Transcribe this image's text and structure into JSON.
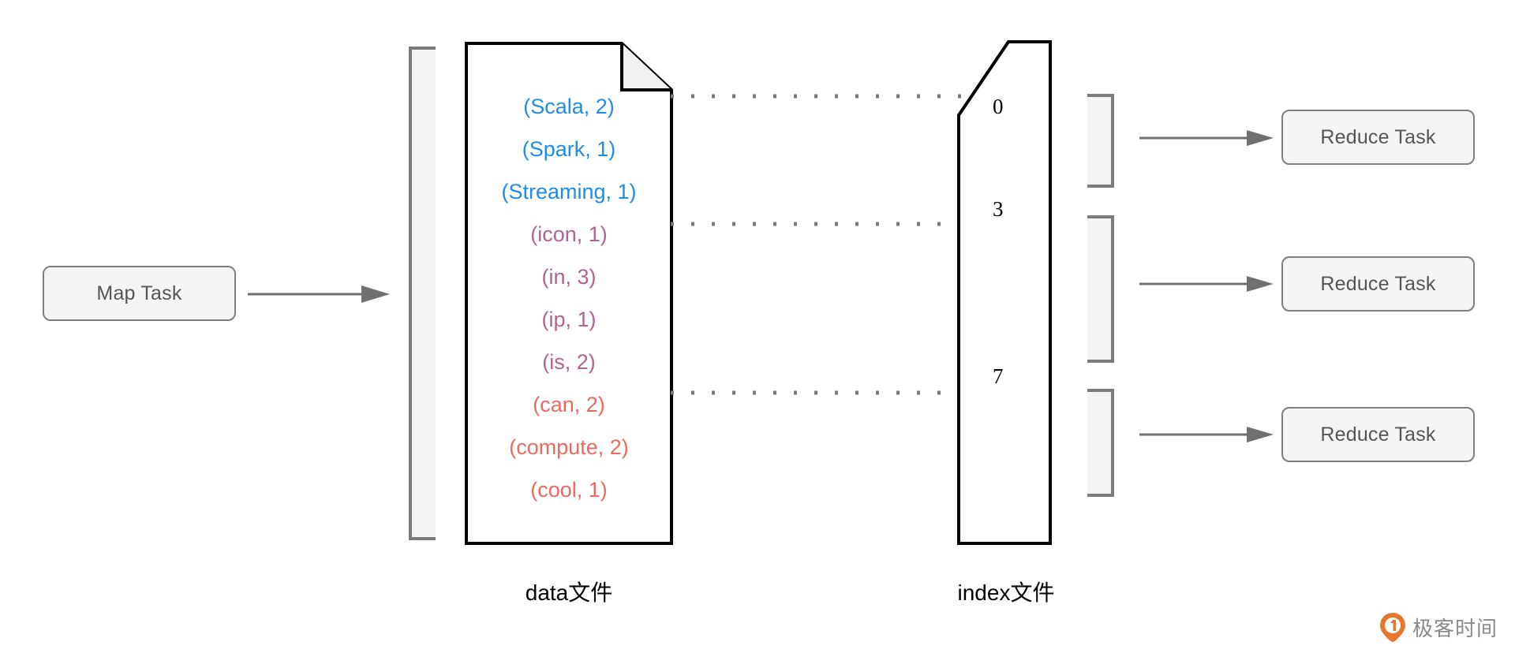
{
  "diagram": {
    "title": "Spark Shuffle data file and index file",
    "colors": {
      "blue": "#1f8ce6",
      "purple": "#b4628f",
      "red": "#ec6a5c",
      "box_fill": "#f5f5f5",
      "box_stroke": "#7f7f7f",
      "text_gray": "#555555",
      "outline": "#000000",
      "watermark_orange": "#e8772e",
      "watermark_gray": "#8a8a8a"
    }
  },
  "map_task": {
    "label": "Map Task"
  },
  "reduce_tasks": [
    {
      "label": "Reduce Task"
    },
    {
      "label": "Reduce Task"
    },
    {
      "label": "Reduce Task"
    }
  ],
  "data_file": {
    "caption": "data文件",
    "entries": [
      {
        "text": "(Scala,  2)",
        "group": "blue"
      },
      {
        "text": "(Spark,  1)",
        "group": "blue"
      },
      {
        "text": "(Streaming,  1)",
        "group": "blue"
      },
      {
        "text": "(icon,  1)",
        "group": "purple"
      },
      {
        "text": "(in,  3)",
        "group": "purple"
      },
      {
        "text": "(ip,  1)",
        "group": "purple"
      },
      {
        "text": "(is,  2)",
        "group": "purple"
      },
      {
        "text": "(can,  2)",
        "group": "red"
      },
      {
        "text": "(compute,  2)",
        "group": "red"
      },
      {
        "text": "(cool,  1)",
        "group": "red"
      }
    ]
  },
  "index_file": {
    "caption": "index文件",
    "offsets": [
      "0",
      "3",
      "7"
    ]
  },
  "watermark": {
    "text": "极客时间",
    "icon": "geek-time-pin-logo"
  }
}
